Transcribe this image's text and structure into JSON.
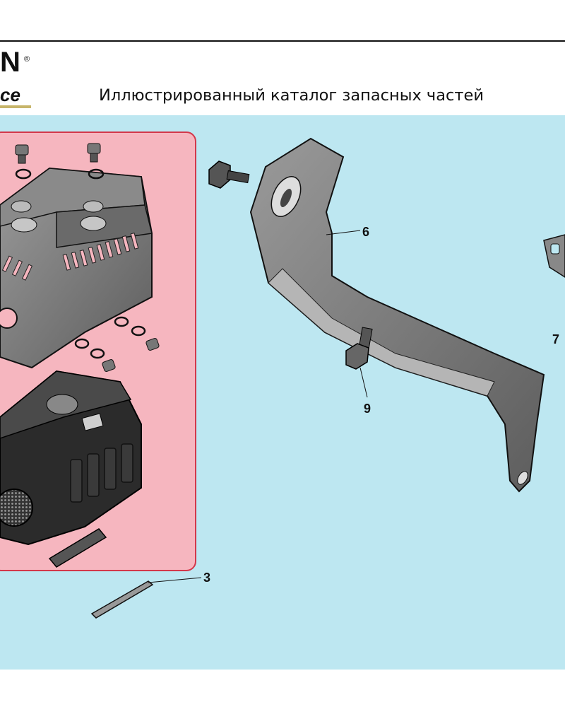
{
  "header": {
    "brand_mark": "N",
    "brand_registered": "®",
    "brand_sub": "ce",
    "title": "Иллюстрированный каталог запасных частей"
  },
  "callouts": [
    {
      "id": "3",
      "label": "3"
    },
    {
      "id": "6",
      "label": "6"
    },
    {
      "id": "7",
      "label": "7"
    },
    {
      "id": "9",
      "label": "9"
    }
  ],
  "colors": {
    "diagram_background": "#bde7f1",
    "highlight_panel": "#f6b6bf",
    "highlight_border": "#d4374a",
    "part_fill": "#7a7a7a",
    "brand_accent": "#c7b56a"
  }
}
